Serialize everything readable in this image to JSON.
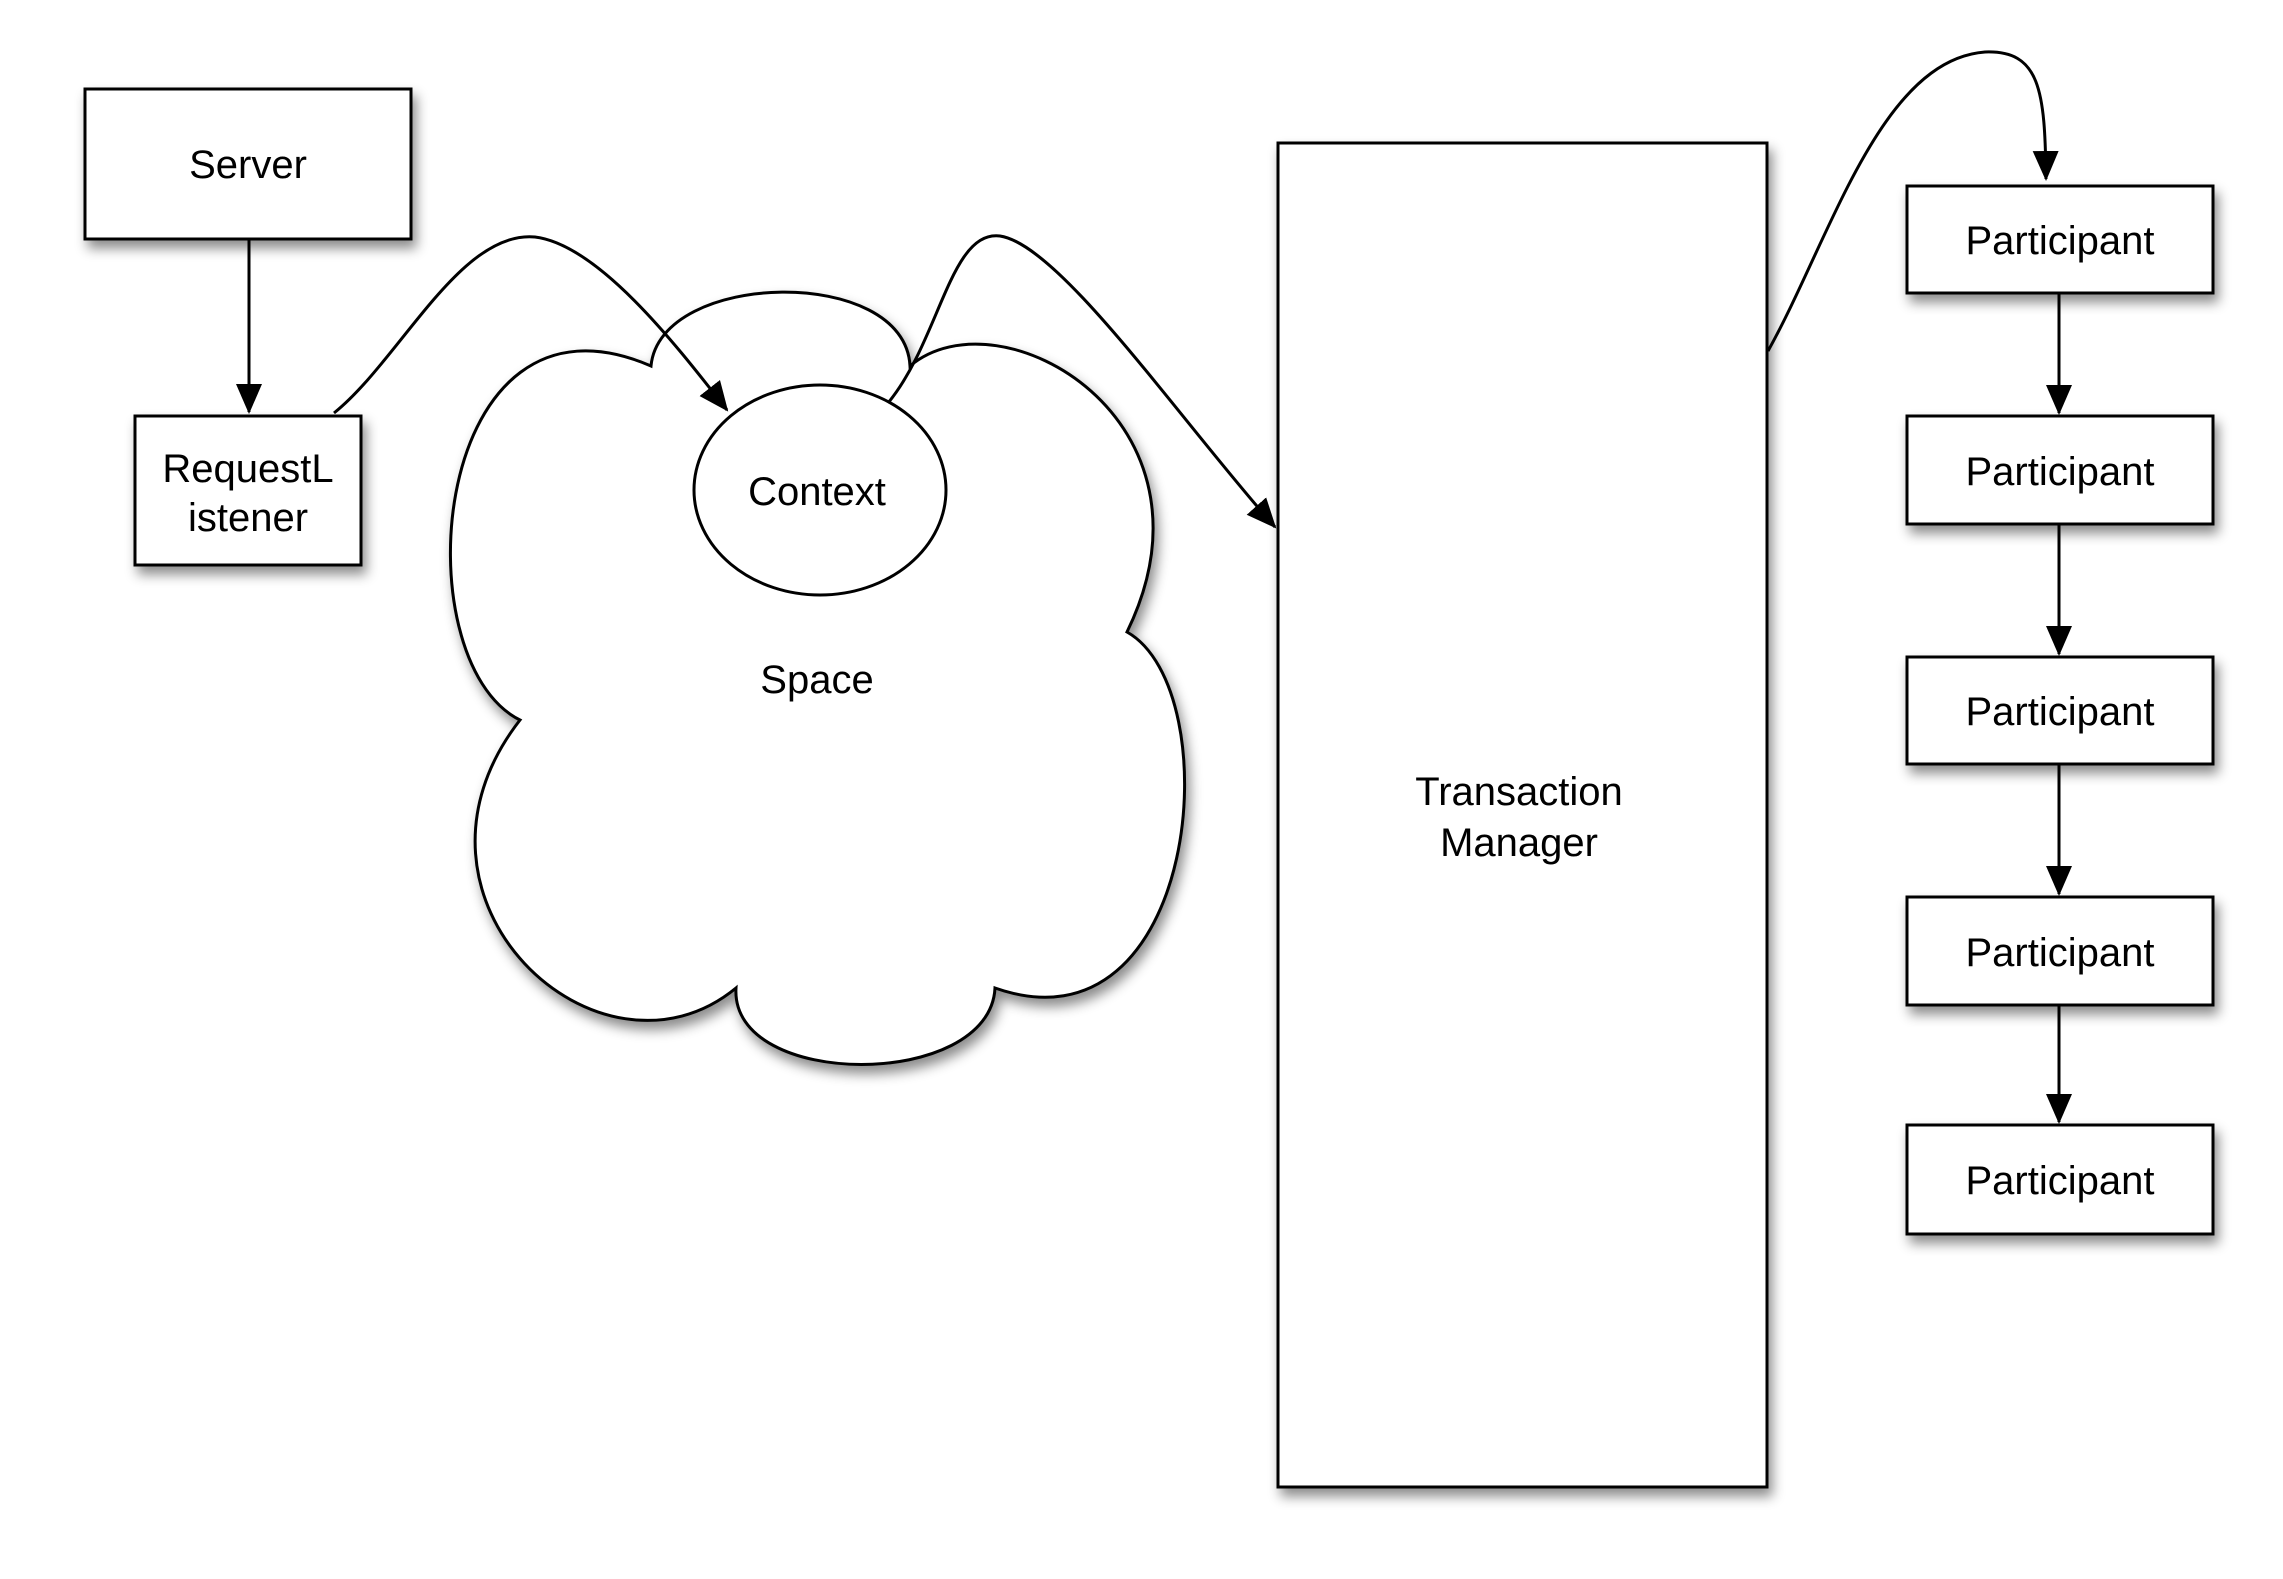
{
  "nodes": {
    "server": "Server",
    "request_listener": [
      "RequestL",
      "istener"
    ],
    "space": "Space",
    "context": "Context",
    "transaction_manager": [
      "Transaction",
      "Manager"
    ],
    "participants": [
      "Participant",
      "Participant",
      "Participant",
      "Participant",
      "Participant"
    ]
  },
  "colors": {
    "stroke": "#000000",
    "fill": "#ffffff",
    "shadow": "#00000066"
  }
}
